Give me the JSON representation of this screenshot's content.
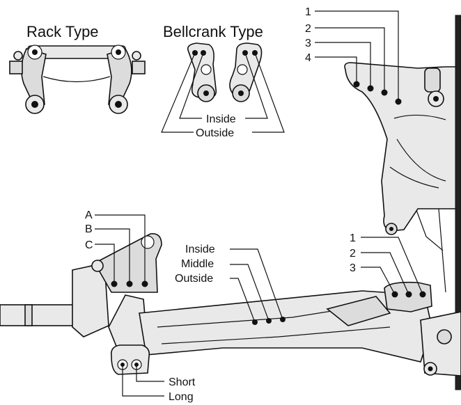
{
  "titles": {
    "rack": "Rack Type",
    "bellcrank": "Bellcrank Type"
  },
  "bellcrank_labels": {
    "inside": "Inside",
    "outside": "Outside"
  },
  "shock_tower_positions": [
    "1",
    "2",
    "3",
    "4"
  ],
  "lower_mount_positions": [
    "1",
    "2",
    "3"
  ],
  "steering_block_positions": [
    "A",
    "B",
    "C"
  ],
  "arm_positions": {
    "inside": "Inside",
    "middle": "Middle",
    "outside": "Outside"
  },
  "caster_positions": {
    "short": "Short",
    "long": "Long"
  }
}
